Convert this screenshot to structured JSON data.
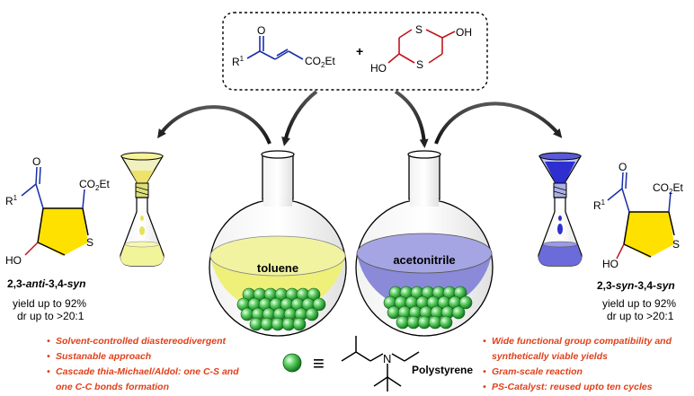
{
  "reactants": {
    "enone": {
      "o_label": "O",
      "r_label": "R",
      "r_sup": "1",
      "ester_label": "CO",
      "ester_sub": "2",
      "ester_tail": "Et"
    },
    "plus": "+",
    "dithiane": {
      "s_top": "S",
      "s_bottom": "S",
      "oh_right": "OH",
      "oh_left": "HO"
    }
  },
  "flasks": {
    "left_solvent": "toluene",
    "right_solvent": "acetonitrile"
  },
  "products": {
    "left": {
      "o": "O",
      "r": "R",
      "r_sup": "1",
      "s": "S",
      "ho": "HO",
      "ester": "CO",
      "ester_sub": "2",
      "ester_tail": "Et",
      "name_a": "2,3-",
      "name_b": "anti",
      "name_c": "-3,4-",
      "name_d": "syn",
      "yield": "yield up to 92%",
      "dr": "dr up to >20:1"
    },
    "right": {
      "o": "O",
      "r": "R",
      "r_sup": "1",
      "s": "S",
      "ho": "HO",
      "ester": "CO",
      "ester_sub": "2",
      "ester_tail": "Et",
      "name_a": "2,3-",
      "name_b": "syn",
      "name_c": "-3,4-",
      "name_d": "syn",
      "yield": "yield up to 92%",
      "dr": "dr up to >20:1"
    }
  },
  "bullets_left": [
    "Solvent-controlled diastereodivergent",
    "Sustanable approach",
    "Cascade thia-Michael/Aldol: one C-S and",
    "one C-C bonds formation"
  ],
  "bullets_right": [
    "Wide functional group compatibility and",
    "synthetically viable yields",
    "Gram-scale reaction",
    "PS-Catalyst: reused upto ten cycles"
  ],
  "catalyst": {
    "equiv": "≡",
    "n_label": "N",
    "polymer": "Polystyrene"
  },
  "colors": {
    "enone": "#1a2fa8",
    "dithiane": "#c0141c",
    "product_ring": "#ffe100",
    "toluene": "#e6ec7a",
    "acetonitrile": "#8f8fd8",
    "bead": "#3fb84a",
    "bullet": "#e0401a"
  }
}
